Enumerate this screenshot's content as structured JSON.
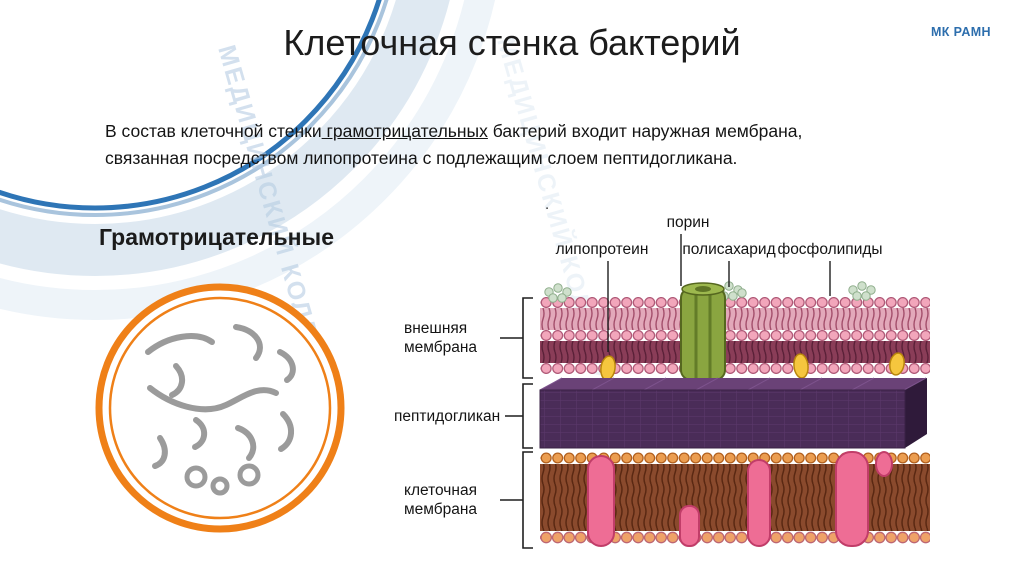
{
  "slide": {
    "title": "Клеточная стенка бактерий",
    "logo": "МК РАМН",
    "watermark": "МЕДИЦИНСКИЙ КОЛЛЕДЖ",
    "stray_dot": "."
  },
  "intro": {
    "part1": "В состав клеточной стенки",
    "underlined": " грамотрицательных",
    "part2": " бактерий входит наружная мембрана,",
    "part3": "связанная посредством липопротеина с подлежащим слоем пептидогликана."
  },
  "gram_negative_figure": {
    "title": "Грамотрицательные"
  },
  "membrane_figure": {
    "top_labels": {
      "porin": "порин",
      "lipoprotein": "липопротеин",
      "polysaccharide": "полисахарид",
      "phospholipids": "фосфолипиды"
    },
    "layer_labels": {
      "outer_membrane": "внешняя мембрана",
      "peptidoglycan": "пептидогликан",
      "cell_membrane": "клеточная мембрана"
    }
  },
  "colors": {
    "accent_blue": "#2e75b6",
    "ring_orange": "#ef8018",
    "head_pink": "#f2a6bb",
    "porin_green": "#8aa540",
    "lipoprotein_yellow": "#f5c63e",
    "peptidoglycan_purple": "#4a2c58",
    "inner_membrane_orange": "#eb9d50",
    "protein_pink": "#ee6d95"
  }
}
